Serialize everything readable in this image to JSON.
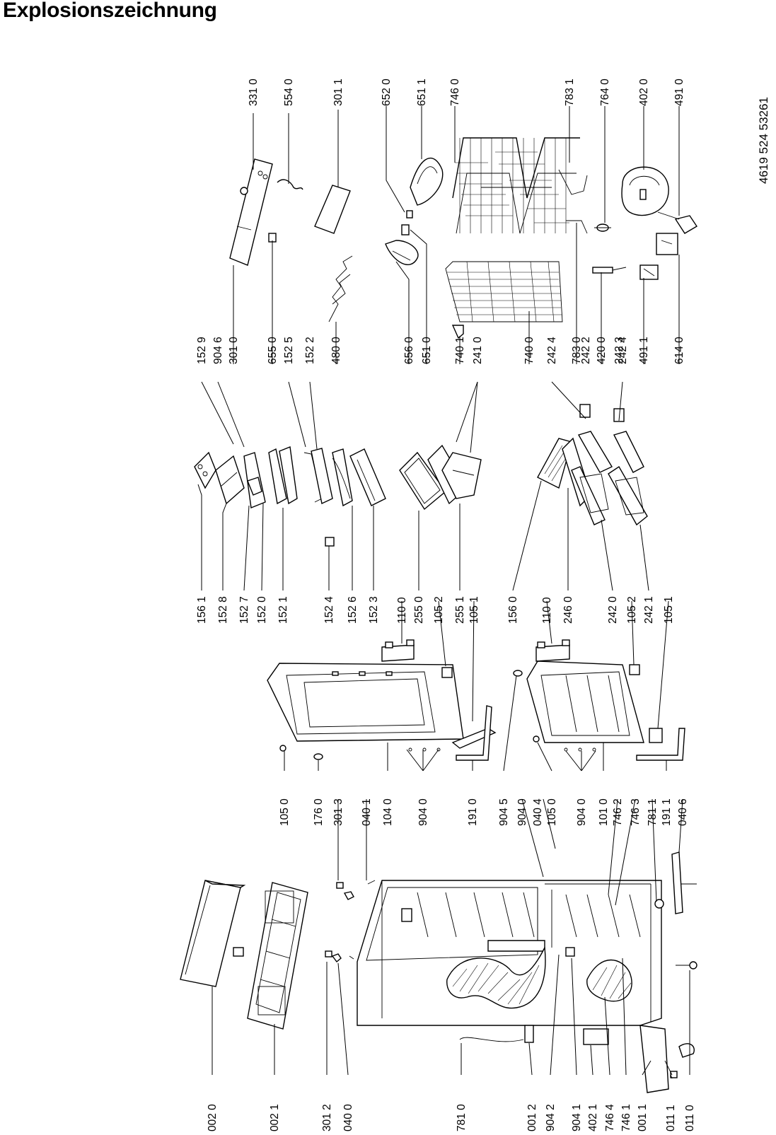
{
  "title": "Explosionszeichnung",
  "doc_number": "4619 524 53261",
  "labels": {
    "col_right": [
      "331 0",
      "554 0",
      "301 1",
      "652 0",
      "651 1",
      "746 0",
      "783 1",
      "764 0",
      "402 0",
      "491 0"
    ],
    "col_mid_right": [
      "152 9",
      "904 6",
      "301 0",
      "655 0",
      "152 5",
      "152 2",
      "480 0",
      "656 0",
      "651 0",
      "740 1",
      "241 0",
      "740 0",
      "242 4",
      "783 0",
      "242 2",
      "420 0",
      "242 3",
      "242 4",
      "491 1",
      "614 0"
    ],
    "col_mid": [
      "156 1",
      "152 8",
      "152 7",
      "152 0",
      "152 1",
      "152 4",
      "152 6",
      "152 3",
      "110 0",
      "255 0",
      "105 2",
      "255 1",
      "105 1",
      "156 0",
      "110 0",
      "246 0",
      "242 0",
      "105 2",
      "242 1",
      "105 1"
    ],
    "col_door": [
      "105 0",
      "176 0",
      "301 3",
      "040 1",
      "104 0",
      "904 0",
      "191 0",
      "904 5",
      "904 0",
      "040 4",
      "105 0",
      "904 0",
      "101 0",
      "746 2",
      "746 3",
      "781 1",
      "191 1",
      "040 6"
    ],
    "col_left": [
      "002 0",
      "002 1",
      "301 2",
      "040 0",
      "781 0",
      "001 2",
      "904 2",
      "904 1",
      "402 1",
      "746 4",
      "746 1",
      "001 1",
      "011 1",
      "011 0"
    ]
  }
}
